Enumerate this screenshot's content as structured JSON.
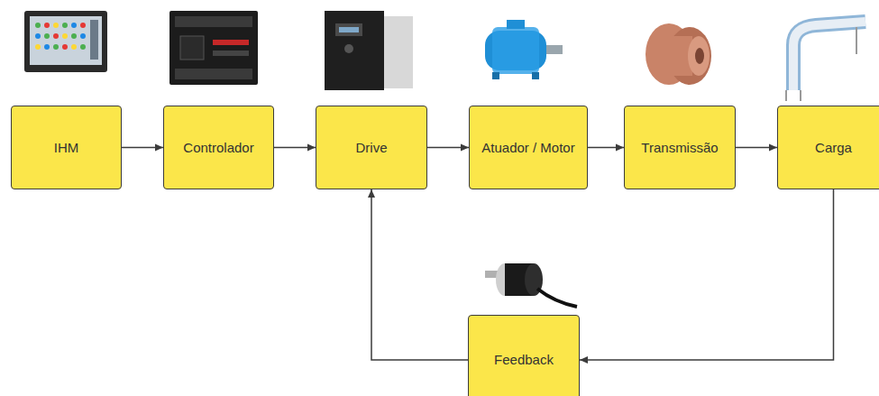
{
  "diagram": {
    "nodes": [
      {
        "text": [
          "IHM"
        ]
      },
      {
        "text": [
          "Controlador"
        ]
      },
      {
        "text": [
          "Drive"
        ]
      },
      {
        "text": [
          "Atuador / Motor"
        ]
      },
      {
        "text": [
          "Transmissão"
        ]
      },
      {
        "text": [
          "Carga"
        ]
      },
      {
        "text": [
          "Feedback"
        ]
      }
    ],
    "edges": [
      {
        "from": 0,
        "to": 1,
        "arrow": "to"
      },
      {
        "from": 1,
        "to": 2,
        "arrow": "to"
      },
      {
        "from": 2,
        "to": 3,
        "arrow": "to"
      },
      {
        "from": 3,
        "to": 4,
        "arrow": "to"
      },
      {
        "from": 4,
        "to": 5,
        "arrow": "to"
      },
      {
        "from": 5,
        "to": 6,
        "arrow": "to"
      },
      {
        "from": 6,
        "to": 2,
        "arrow": "to"
      }
    ]
  }
}
